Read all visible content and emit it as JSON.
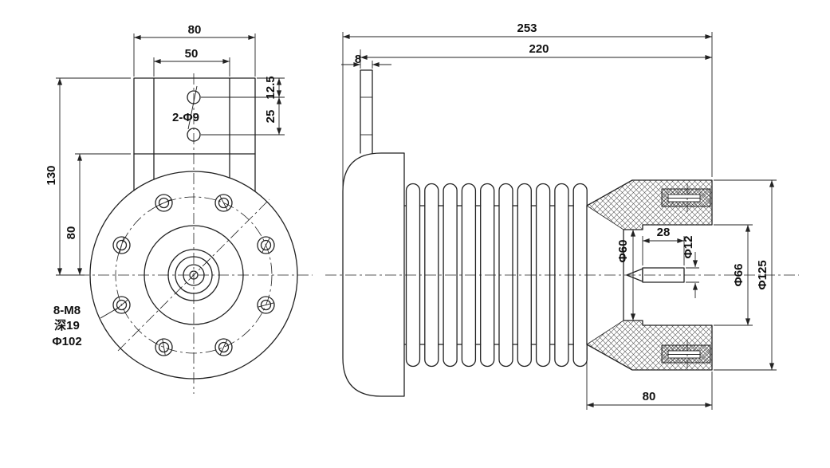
{
  "front_view": {
    "dim_width_outer": "80",
    "dim_width_inner": "50",
    "dim_hole_offset": "12.5",
    "dim_hole_pitch": "25",
    "dim_height_total": "130",
    "dim_height_neck": "80",
    "label_holes": "2-Φ9",
    "bolt_note_line1": "8-M8",
    "bolt_note_line2": "深19",
    "bolt_note_line3": "Φ102"
  },
  "side_view": {
    "dim_length_total": "253",
    "dim_length_body": "220",
    "dim_blade_thickness": "8",
    "dim_pin_length": "28",
    "dim_dia_bore": "Φ60",
    "dim_dia_pin": "Φ12",
    "dim_dia_opening": "Φ66",
    "dim_dia_cup": "Φ125",
    "dim_cup_depth": "80"
  }
}
